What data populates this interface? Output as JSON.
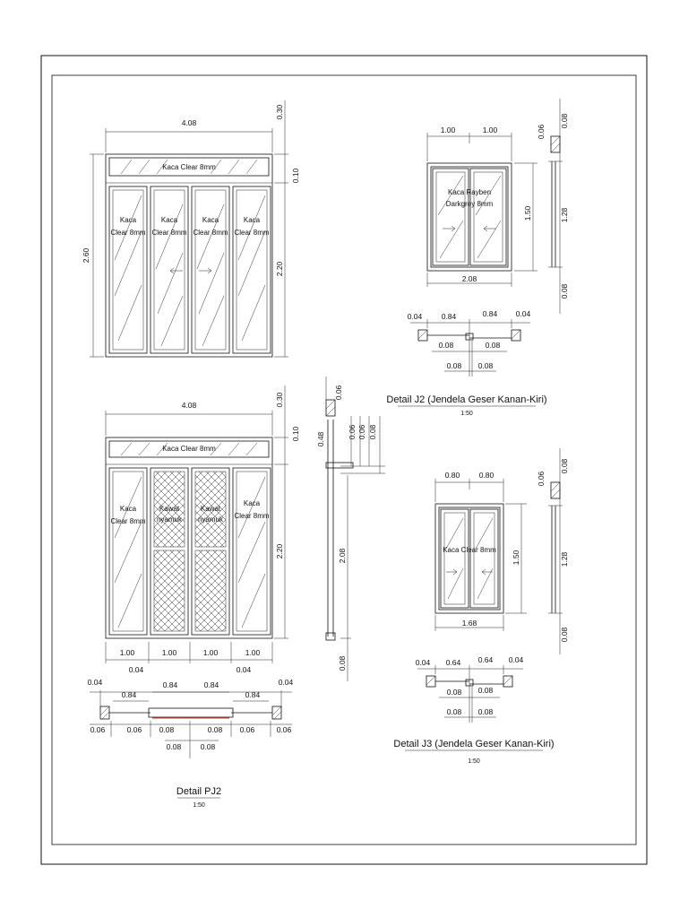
{
  "titles": {
    "pj2": "Detail PJ2",
    "pj2_scale": "1:50",
    "j2": "Detail J2 (Jendela Geser Kanan-Kiri)",
    "j2_scale": "1:50",
    "j3": "Detail J3 (Jendela Geser Kanan-Kiri)",
    "j3_scale": "1:50"
  },
  "labels": {
    "kaca_clear_8mm": "Kaca Clear 8mm",
    "kaca": "Kaca",
    "clear_8mm": "Clear 8mm",
    "kaca_rayben": "Kaca Rayben",
    "darkgrey_8mm": "Darkgrey 8mm",
    "kawat": "Kawat",
    "nyamuk": "nyamuk"
  },
  "dims": {
    "d408": "4.08",
    "d030": "0.30",
    "d010": "0.10",
    "d260": "2.60",
    "d220": "2.20",
    "d100": "1.00",
    "d080": "0.80",
    "d006": "0.06",
    "d008": "0.08",
    "d150": "1.50",
    "d128": "1.28",
    "d208": "2.08",
    "d168": "1.68",
    "d004": "0.04",
    "d084": "0.84",
    "d064": "0.64",
    "d048": "0.48"
  }
}
